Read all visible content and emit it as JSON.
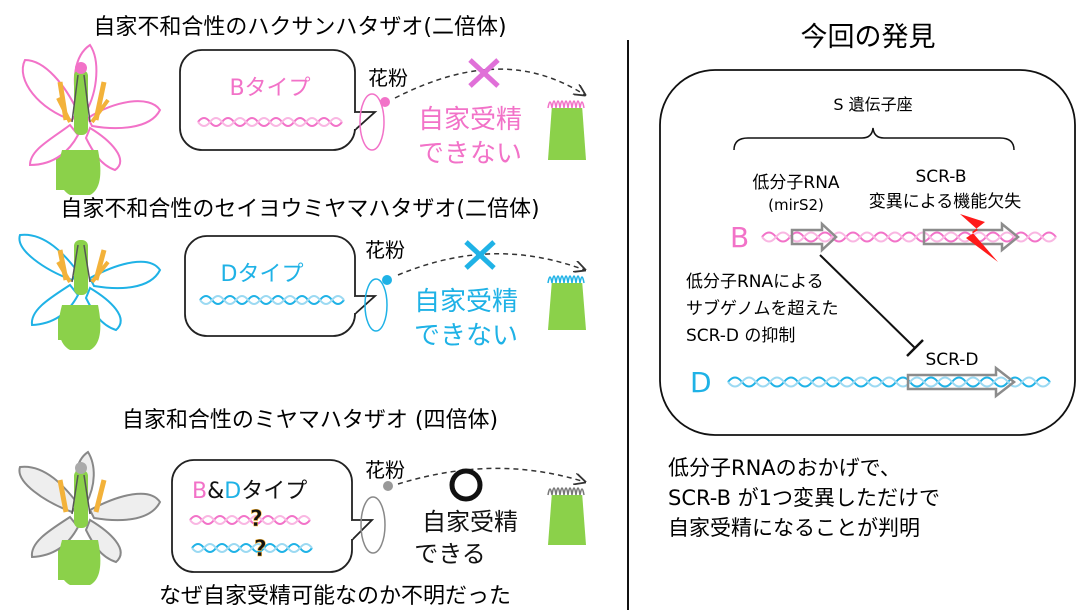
{
  "left": {
    "panel1": {
      "title": "自家不和合性のハクサンハタザオ(二倍体)",
      "bubble_type": "Bタイプ",
      "pollen_label": "花粉",
      "result_line1": "自家受精",
      "result_line2": "できない"
    },
    "panel2": {
      "title": "自家不和合性のセイヨウミヤマハタザオ(二倍体)",
      "bubble_type": "Dタイプ",
      "pollen_label": "花粉",
      "result_line1": "自家受精",
      "result_line2": "できない"
    },
    "panel3": {
      "title": "自家和合性のミヤマハタザオ (四倍体)",
      "bubble_b": "B",
      "bubble_amp": "&",
      "bubble_d": "D",
      "bubble_rest": "タイプ",
      "question": "?",
      "pollen_label": "花粉",
      "result_line1": "自家受精",
      "result_line2": "できる",
      "footer": "なぜ自家受精可能なのか不明だった"
    }
  },
  "right": {
    "title": "今回の発見",
    "locus_label": "S 遺伝子座",
    "small_rna_label": "低分子RNA",
    "mirs2_label": "(mirS2)",
    "scr_b_label": "SCR-B",
    "mutation_label": "変異による機能欠失",
    "b_label": "B",
    "d_label": "D",
    "suppression_line1": "低分子RNAによる",
    "suppression_line2": "サブゲノムを超えた",
    "suppression_line3": "SCR-D の抑制",
    "scr_d_label": "SCR-D",
    "conclusion_line1": "低分子RNAのおかげで、",
    "conclusion_line2": "SCR-B が1つ変異しただけで",
    "conclusion_line3": "自家受精になることが判明"
  },
  "colors": {
    "pink": "#f272c8",
    "blue": "#1fb2e6",
    "green": "#8bd14a",
    "orange": "#f3b23a",
    "red": "#ff1a1a",
    "gray_arrow": "#8c8c8c"
  }
}
